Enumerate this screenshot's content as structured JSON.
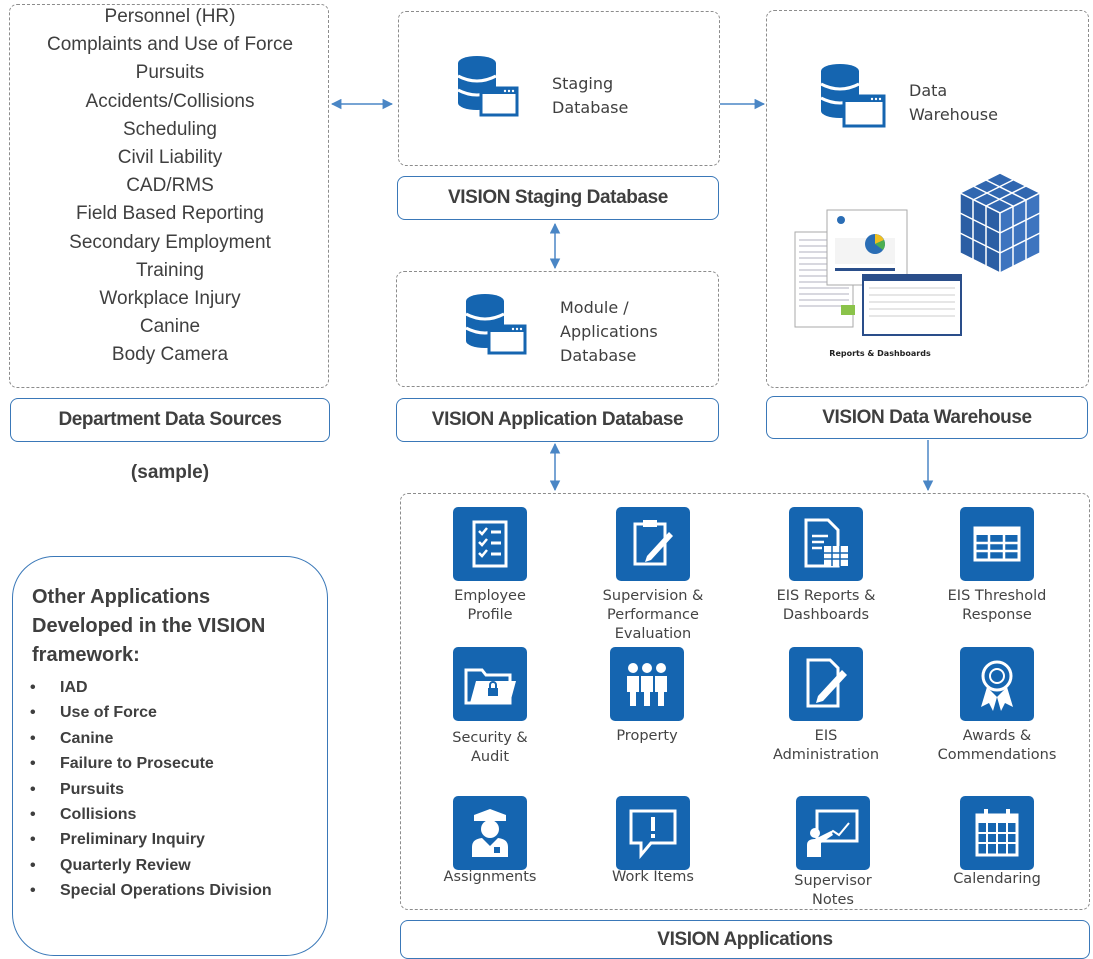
{
  "sources": {
    "items": [
      "Personnel (HR)",
      "Complaints and Use of Force",
      "Pursuits",
      "Accidents/Collisions",
      "Scheduling",
      "Civil Liability",
      "CAD/RMS",
      "Field Based Reporting",
      "Secondary Employment",
      "Training",
      "Workplace  Injury",
      "Canine",
      "Body Camera"
    ],
    "label": "Department Data Sources",
    "note": "(sample)"
  },
  "staging": {
    "caption_line1": "Staging",
    "caption_line2": "Database",
    "label": "VISION Staging Database"
  },
  "appdb": {
    "caption_line1": "Module /",
    "caption_line2": "Applications",
    "caption_line3": "Database",
    "label": "VISION Application Database"
  },
  "warehouse": {
    "caption_line1": "Data",
    "caption_line2": "Warehouse",
    "reports_label": "Reports & Dashboards",
    "label": "VISION Data Warehouse"
  },
  "other": {
    "title": "Other Applications Developed in the VISION framework:",
    "items": [
      "IAD",
      "Use of Force",
      "Canine",
      "Failure to Prosecute",
      "Pursuits",
      "Collisions",
      "Preliminary Inquiry",
      "Quarterly Review",
      "Special Operations Division"
    ]
  },
  "apps": {
    "label": "VISION Applications",
    "items": [
      {
        "line1": "Employee",
        "line2": "Profile",
        "icon": "checklist-icon"
      },
      {
        "line1": "Supervision &",
        "line2": "Performance Evaluation",
        "icon": "clipboard-pen-icon"
      },
      {
        "line1": "EIS Reports &",
        "line2": "Dashboards",
        "icon": "report-table-icon"
      },
      {
        "line1": "EIS Threshold",
        "line2": "Response",
        "icon": "grid-table-icon"
      },
      {
        "line1": "Security &",
        "line2": "Audit",
        "icon": "locked-folder-icon"
      },
      {
        "line1": "Property",
        "line2": "",
        "icon": "people-group-icon"
      },
      {
        "line1": "EIS",
        "line2": "Administration",
        "icon": "document-pen-icon"
      },
      {
        "line1": "Awards &",
        "line2": "Commendations",
        "icon": "award-ribbon-icon"
      },
      {
        "line1": "Assignments",
        "line2": "",
        "icon": "officer-icon"
      },
      {
        "line1": "Work Items",
        "line2": "",
        "icon": "alert-message-icon"
      },
      {
        "line1": "Supervisor",
        "line2": "Notes",
        "icon": "presentation-board-icon"
      },
      {
        "line1": "Calendaring",
        "line2": "",
        "icon": "calendar-icon"
      }
    ]
  },
  "colors": {
    "accent": "#1565b0",
    "border": "#3a78b8",
    "dashed": "#8c8c8c",
    "connector": "#4a86c5"
  }
}
